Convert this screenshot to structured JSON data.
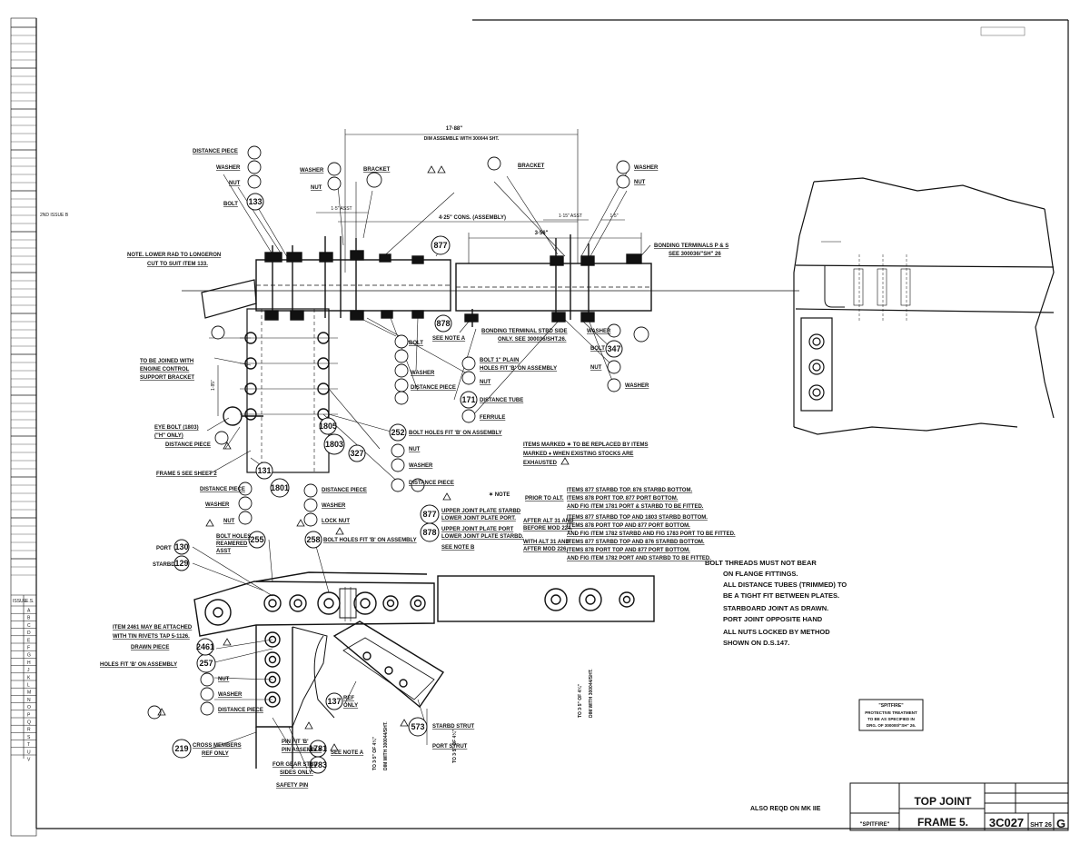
{
  "title_block": {
    "part_name": "TOP JOINT",
    "frame": "FRAME 5.",
    "drawing_number": "3C027",
    "sheet": "SHT 26",
    "issue": "G",
    "aircraft": "\"SPITFIRE\"",
    "also_reqd": "ALSO REQD ON MK IIE"
  },
  "header_stamp": "",
  "protective_box": {
    "title": "\"SPITFIRE\"",
    "lines": [
      "PROTECTIVE TREATMENT",
      "TO BE AS SPECIFIED IN",
      "DRG. OF 300000/\"SH\" 26."
    ]
  },
  "notes": {
    "note_lower_rad": [
      "NOTE. LOWER RAD TO LONGERON",
      "CUT TO SUIT ITEM 133."
    ],
    "items_marked": [
      "ITEMS MARKED ✶ TO BE REPLACED BY ITEMS",
      "MARKED ♦ WHEN EXISTING STOCKS ARE",
      "EXHAUSTED"
    ],
    "note_bolt_threads": [
      "BOLT THREADS MUST NOT BEAR",
      "ON FLANGE FITTINGS.",
      "ALL DISTANCE TUBES (TRIMMED) TO",
      "BE A TIGHT FIT BETWEEN PLATES.",
      "STARBOARD JOINT AS DRAWN.",
      "PORT JOINT OPPOSITE HAND",
      "ALL NUTS LOCKED BY METHOD",
      "SHOWN ON D.S.147."
    ],
    "note_star": "✶ NOTE",
    "prior_to": "PRIOR TO ALT.",
    "after_alt_31": [
      "AFTER ALT 31 AND",
      "BEFORE MOD 224."
    ],
    "with_alt": [
      "WITH ALT 31 AND",
      "AFTER MOD 226."
    ],
    "items_877_a": [
      "ITEMS 877 STARBD TOP. 876 STARBD BOTTOM.",
      "ITEMS 878 PORT TOP. 877 PORT BOTTOM.",
      "AND FIG ITEM 1781 PORT & STARBD TO BE FITTED."
    ],
    "items_877_b": [
      "ITEMS 877 STARBD TOP AND 1803 STARBD BOTTOM.",
      "ITEMS 878 PORT TOP AND 877 PORT BOTTOM.",
      "AND FIG ITEM 1782 STARBD AND FIG 1783 PORT TO BE FITTED."
    ],
    "items_877_c": [
      "ITEMS 877 STARBD TOP AND 876 STARBD BOTTOM.",
      "ITEMS 878 PORT TOP AND 877 PORT BOTTOM.",
      "AND FIG ITEM 1782 PORT AND STARBD TO BE FITTED."
    ],
    "item_2461": [
      "ITEM 2461 MAY BE ATTACHED",
      "WITH TIN RIVETS TAP 5-1126."
    ]
  },
  "dimensions": {
    "d1": "17·88\"",
    "d1_sub": "DIM ASSEMBLE WITH 300044 SHT.",
    "d2": "4·25\" CONS. (ASSEMBLY)",
    "d3": "3·56\"",
    "d4": "1·5\" ASST",
    "d5": "1·15\" ASST",
    "d6": "1·5\"",
    "d7": "1·85\""
  },
  "labels": {
    "distance_piece": "DISTANCE PIECE",
    "washer": "WASHER",
    "nut": "NUT",
    "bolt": "BOLT",
    "bracket": "BRACKET",
    "bonding_terminals": "BONDING TERMINALS P & S",
    "see_300036": "SEE 300036/\"SH\" 26",
    "bonding_terminal_2": [
      "BONDING TERMINAL STBD SIDE",
      "ONLY. SEE 300036/SHT.26."
    ],
    "see_note_a": "SEE NOTE A",
    "bolt_holes_1": [
      "BOLT 1\" PLAIN",
      "HOLES FIT 'B' ON ASSEMBLY"
    ],
    "distance_tube": "DISTANCE TUBE",
    "ferrule": "FERRULE",
    "to_be_joined": [
      "TO BE JOINED WITH",
      "ENGINE CONTROL",
      "SUPPORT BRACKET"
    ],
    "eye_bolt": [
      "EYE BOLT (1803)",
      "(\"H\" ONLY)"
    ],
    "distance_piece_2": "DISTANCE PIECE",
    "frame5_see_sheet": "FRAME 5 SEE SHEET 2",
    "upper_joint_plate_starbd": [
      "UPPER JOINT PLATE STARBD",
      "LOWER JOINT PLATE PORT."
    ],
    "upper_joint_plate_port": [
      "UPPER JOINT PLATE PORT",
      "LOWER JOINT PLATE STARBD."
    ],
    "see_note_b": "SEE NOTE B",
    "port": "PORT",
    "starbd": "STARBD",
    "bolt_holes_reamered": [
      "BOLT HOLES",
      "REAMERED",
      "ASST"
    ],
    "lock_nut": "LOCK NUT",
    "bolt_holes_fit": "BOLT HOLES FIT 'B' ON ASSEMBLY",
    "distance_piece_3": "DISTANCE PIECE",
    "item_drawn_piece": "DRAWN PIECE",
    "holes_fit": "HOLES FIT 'B' ON ASSEMBLY",
    "cross_members": [
      "CROSS MEMBERS",
      "REF ONLY"
    ],
    "starbd_strut": "STARBD STRUT",
    "port_strut": "PORT STRUT",
    "ref_only": [
      "REF",
      "ONLY"
    ],
    "safety_pin": "SAFETY PIN",
    "see_note_a2": "SEE NOTE A",
    "for_gear": [
      "FOR GEAR STBD",
      "SIDES ONLY."
    ],
    "pin_assembly": [
      "PIN FIT 'B'",
      "PIN ASSEMBLY"
    ],
    "to_3_5": "TO 3·5\" OF 4¼\"",
    "to_3_5b": "TO 3·5\" OF 4¼\"",
    "to_3_5c": "TO 3·5\" OF 4¼\"",
    "dim_300044": "DIM WITH 300044/SHT."
  },
  "bubbles": {
    "b133": "133",
    "b877": "877",
    "b878": "878",
    "b347": "347",
    "b171": "171",
    "b252": "252",
    "b327": "327",
    "b1801": "1801",
    "b1803": "1803",
    "b131": "131",
    "b130": "130",
    "b129": "129",
    "b255": "255",
    "b258": "258",
    "b257": "257",
    "b219": "219",
    "b137": "137",
    "b573": "573",
    "b1781": "1781",
    "b1783": "1783",
    "b877b": "877",
    "b878b": "878",
    "b2461": "2461",
    "b1805": "1805"
  },
  "rev_table": {
    "header": [
      "ISSUE",
      "E.S."
    ],
    "rows": [
      "A",
      "B",
      "C",
      "D",
      "E",
      "F",
      "G",
      "H",
      "J",
      "K",
      "L",
      "M",
      "N",
      "O",
      "P",
      "Q",
      "R",
      "S",
      "T",
      "U",
      "V"
    ]
  },
  "colors": {
    "ink": "#111111",
    "paper": "#ffffff"
  }
}
